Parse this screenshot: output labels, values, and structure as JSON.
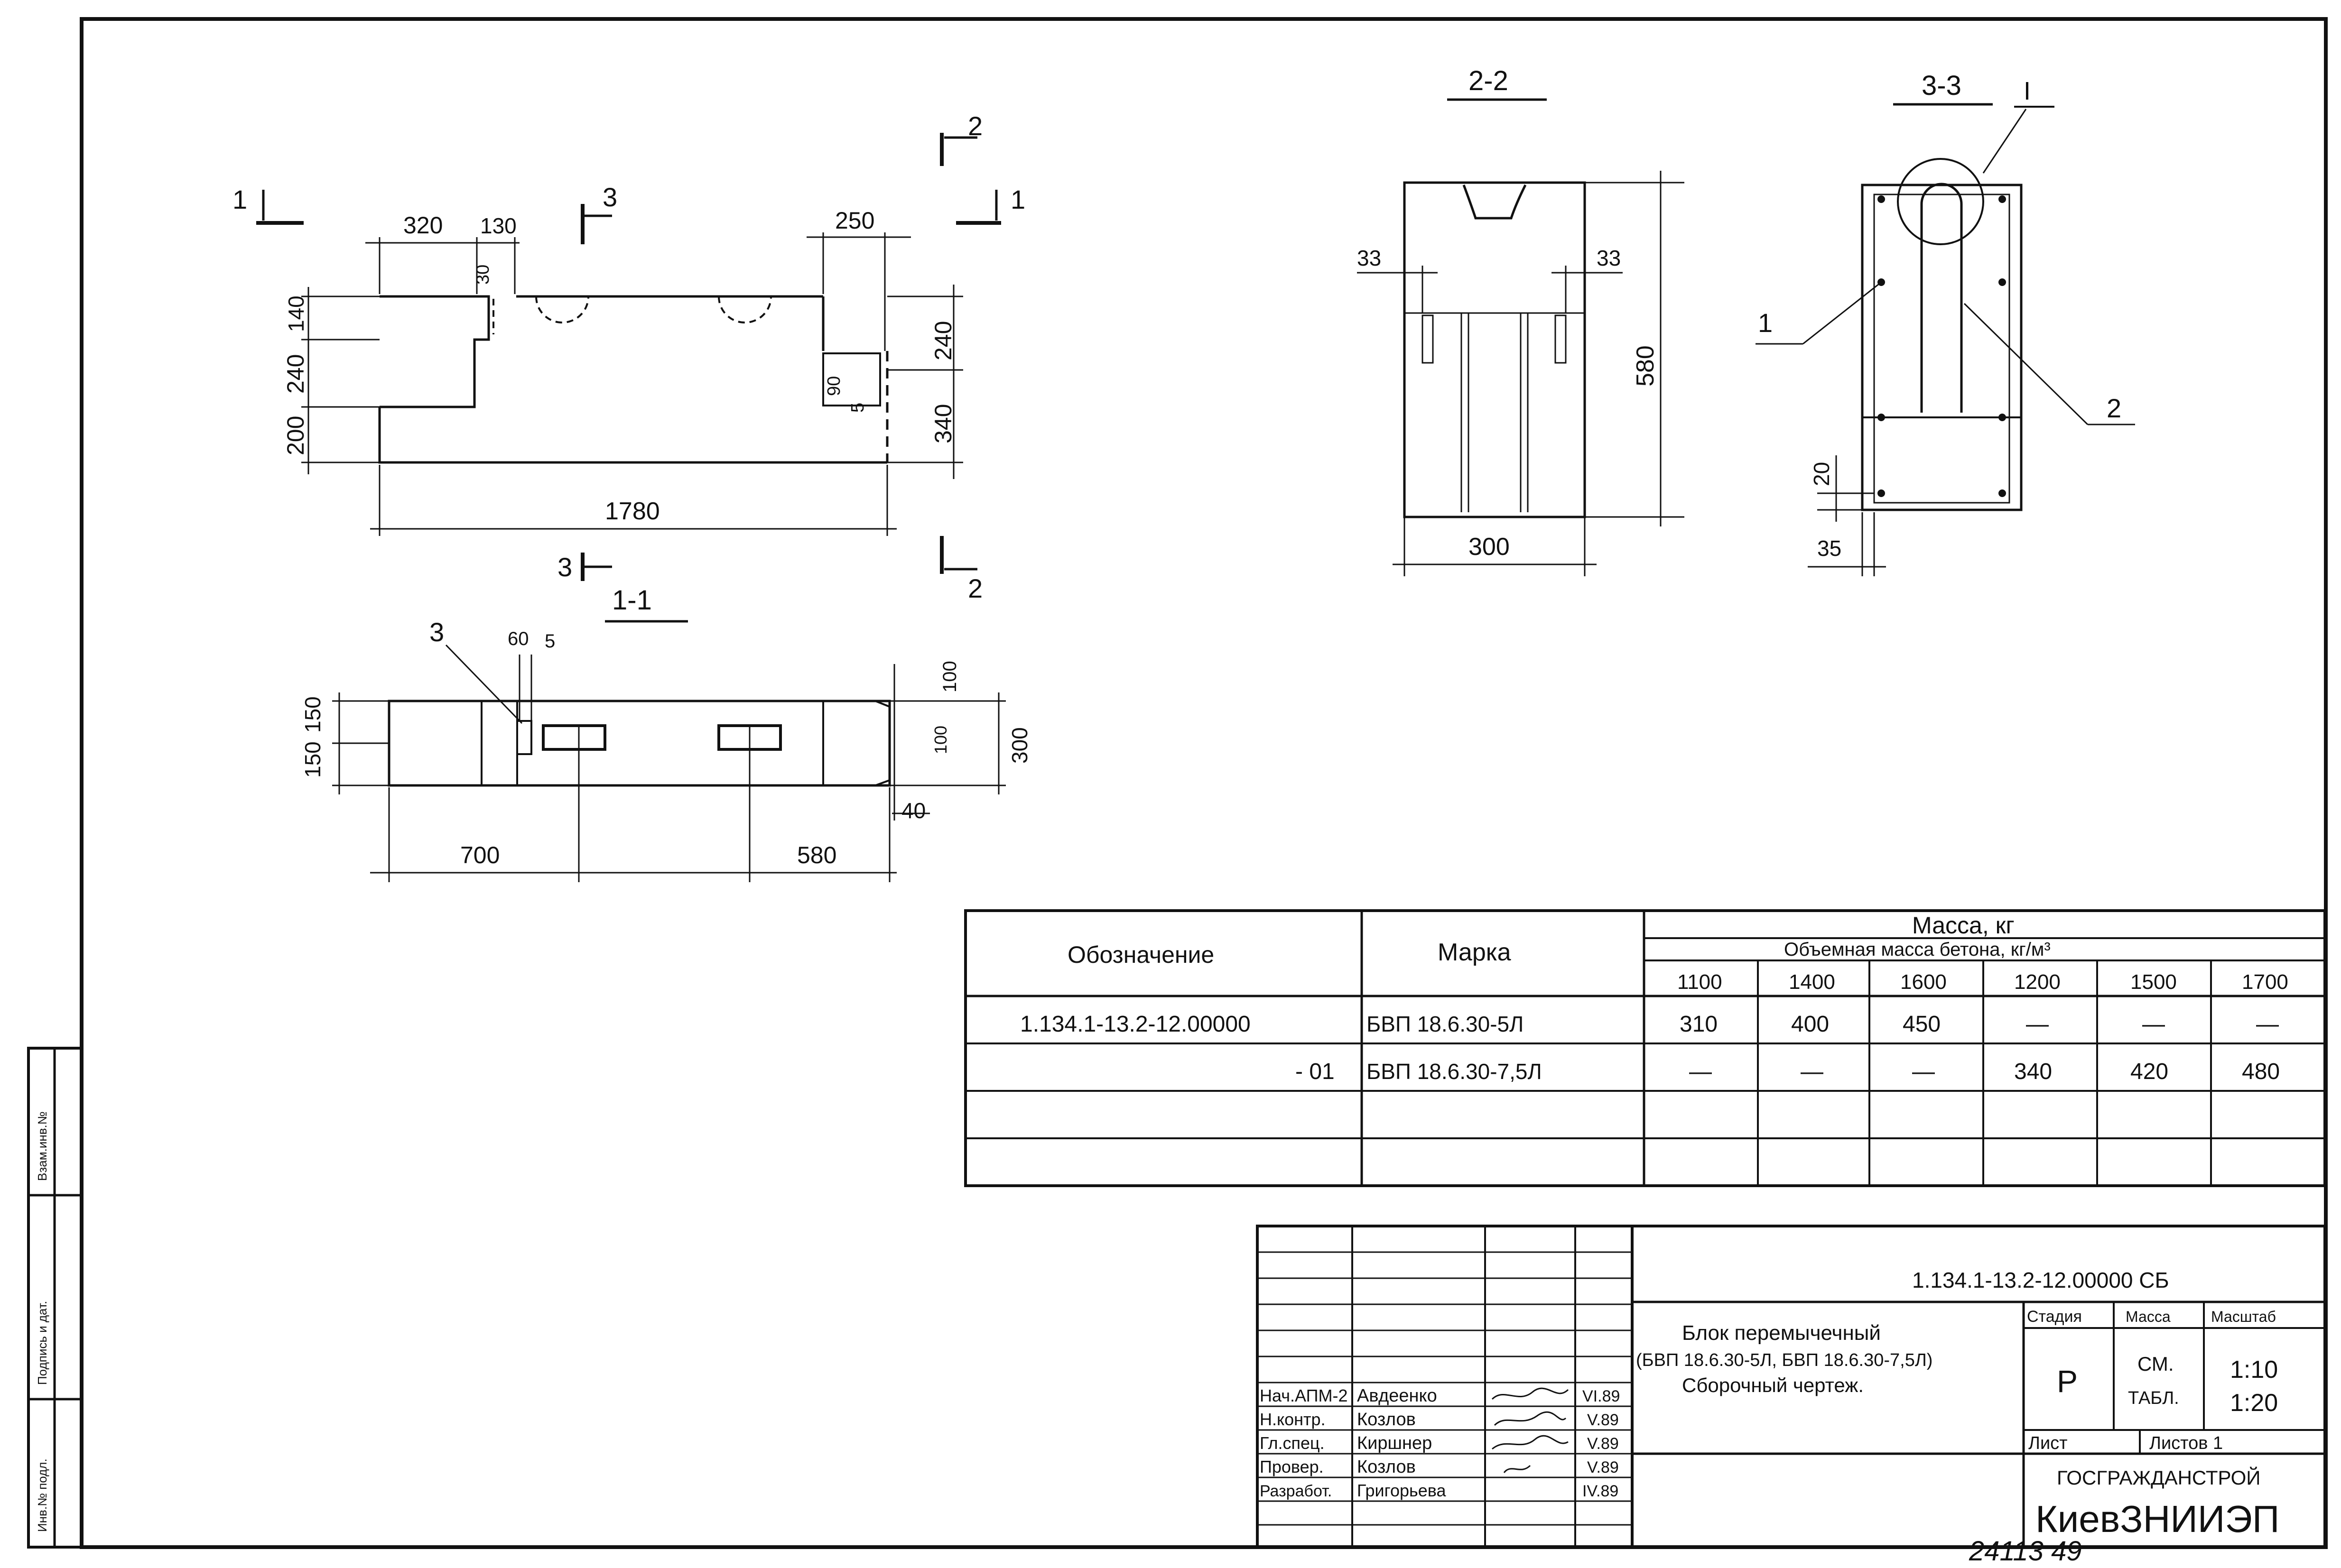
{
  "drawing": {
    "plan_dims": {
      "d320": "320",
      "d130": "130",
      "d250": "250",
      "d1780": "1780",
      "d140": "140",
      "d240a": "240",
      "d200": "200",
      "d30": "30",
      "d240b": "240",
      "d340": "340",
      "d90": "90",
      "d5": "5"
    },
    "cut_marks": {
      "c1": "1",
      "c2": "2",
      "c3": "3"
    },
    "section_titles": {
      "s11": "1-1",
      "s22": "2-2",
      "s33": "3-3"
    },
    "sec11_dims": {
      "d3": "3",
      "d60": "60",
      "d5": "5",
      "d150a": "150",
      "d150b": "150",
      "d100a": "100",
      "d100b": "100",
      "d300": "300",
      "d40": "40",
      "d700": "700",
      "d580": "580"
    },
    "sec22_dims": {
      "d33a": "33",
      "d33b": "33",
      "d580": "580",
      "d300": "300"
    },
    "sec33_dims": {
      "roman": "I",
      "p1": "1",
      "p2": "2",
      "d20": "20",
      "d35": "35"
    }
  },
  "mass_table": {
    "col_designation": "Обозначение",
    "col_mark": "Марка",
    "col_mass": "Масса, кг",
    "col_density": "Объемная масса бетона, кг/м³",
    "densities": [
      "1100",
      "1400",
      "1600",
      "1200",
      "1500",
      "1700"
    ],
    "rows": [
      {
        "designation": "1.134.1-13.2-12.00000",
        "mark": "БВП 18.6.30-5Л",
        "values": [
          "310",
          "400",
          "450",
          "—",
          "—",
          "—"
        ]
      },
      {
        "designation": "- 01",
        "mark": "БВП 18.6.30-7,5Л",
        "values": [
          "—",
          "—",
          "—",
          "340",
          "420",
          "480"
        ]
      },
      {
        "designation": "",
        "mark": "",
        "values": [
          "",
          "",
          "",
          "",
          "",
          ""
        ]
      },
      {
        "designation": "",
        "mark": "",
        "values": [
          "",
          "",
          "",
          "",
          "",
          ""
        ]
      }
    ]
  },
  "title_block": {
    "code": "1.134.1-13.2-12.00000 СБ",
    "name_line1": "Блок перемычечный",
    "name_line2": "(БВП 18.6.30-5Л, БВП 18.6.30-7,5Л)",
    "name_line3": "Сборочный чертеж.",
    "stage_label": "Стадия",
    "mass_label": "Масса",
    "scale_label": "Масштаб",
    "stage_value": "Р",
    "mass_value_1": "СМ.",
    "mass_value_2": "ТАБЛ.",
    "scale_value_1": "1:10",
    "scale_value_2": "1:20",
    "sheet_label": "Лист",
    "sheets_label": "Листов 1",
    "org_line1": "ГОСГРАЖДАНСТРОЙ",
    "org_line2": "КиевЗНИИЭП",
    "signatures": [
      {
        "role": "Нач.АПМ-2",
        "name": "Авдеенко",
        "date": "VI.89"
      },
      {
        "role": "Н.контр.",
        "name": "Козлов",
        "date": "V.89"
      },
      {
        "role": "Гл.спец.",
        "name": "Киршнер",
        "date": "V.89"
      },
      {
        "role": "Провер.",
        "name": "Козлов",
        "date": "V.89"
      },
      {
        "role": "Разработ.",
        "name": "Григорьева",
        "date": "IV.89"
      }
    ]
  },
  "side_stamp": {
    "inv_label": "Инв.№ подл.",
    "sign_label": "Подпись и дат.",
    "replace_label": "Взам.инв.№"
  },
  "footer_note": "24113  49"
}
